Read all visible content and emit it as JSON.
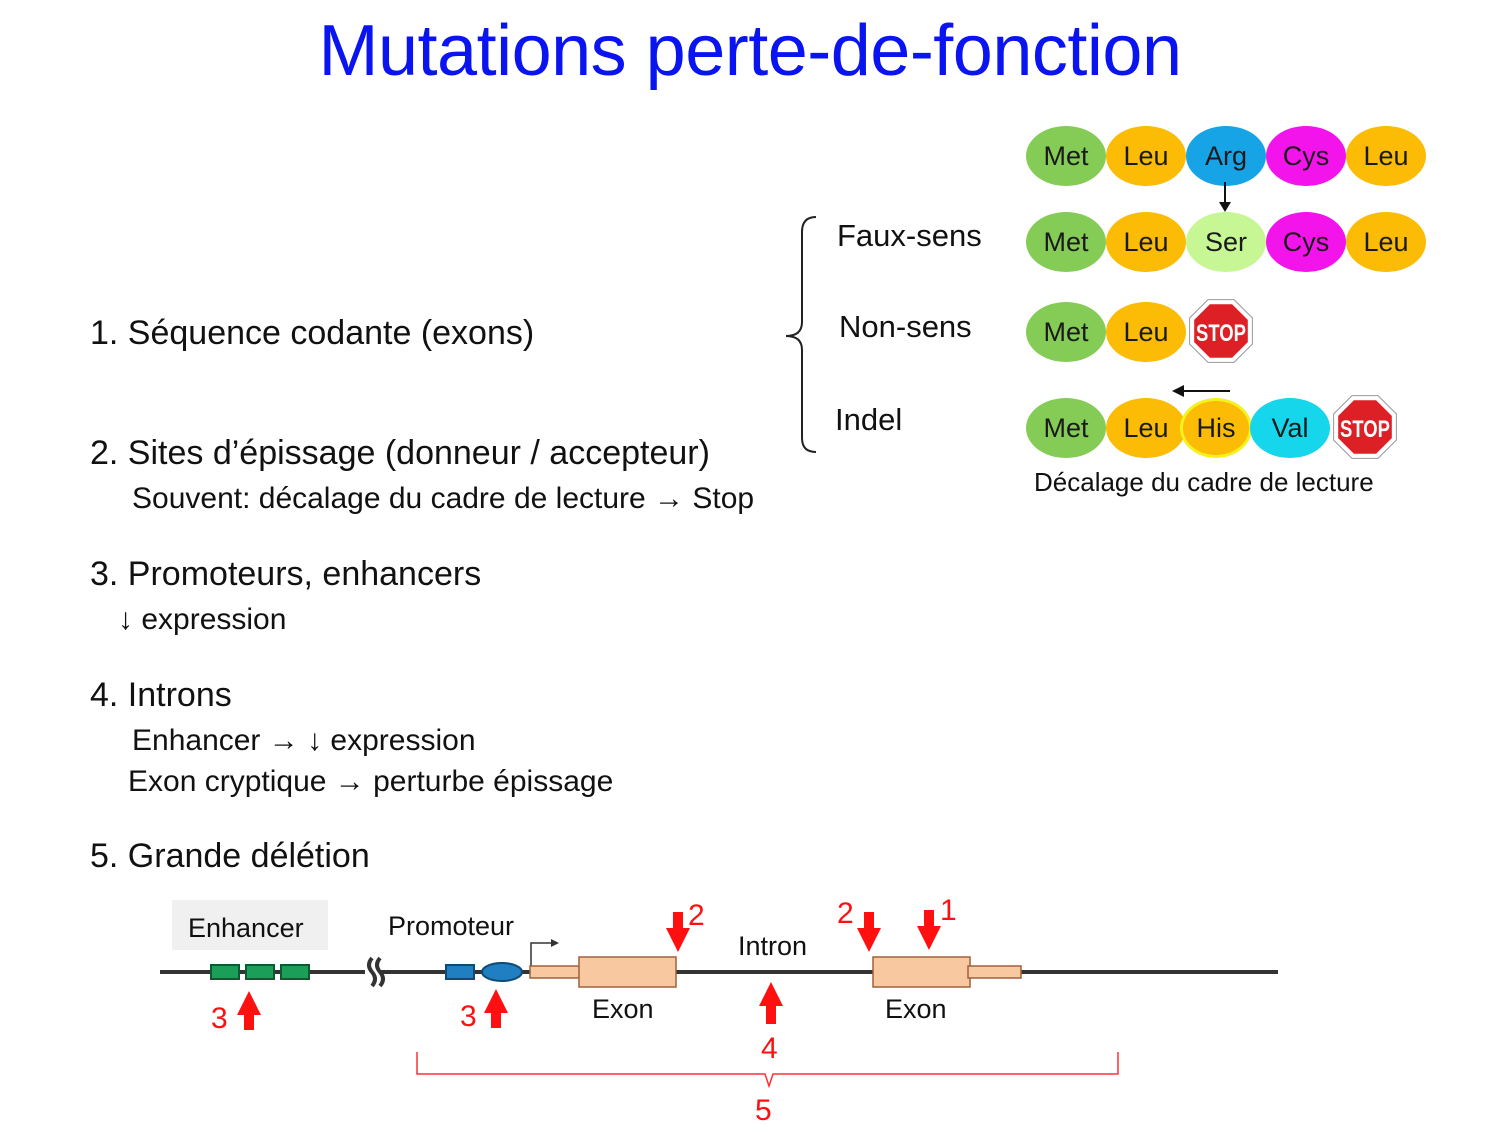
{
  "title": "Mutations perte-de-fonction",
  "items": [
    {
      "label": "1. Séquence codante (exons)"
    },
    {
      "label": "2. Sites d’épissage (donneur / accepteur)",
      "sub": [
        "Souvent: décalage du cadre de lecture → Stop"
      ]
    },
    {
      "label": "3. Promoteurs, enhancers",
      "sub": [
        "↓ expression"
      ]
    },
    {
      "label": "4. Introns",
      "sub": [
        "Enhancer → ↓ expression",
        "Exon cryptique → perturbe épissage"
      ]
    },
    {
      "label": "5. Grande délétion"
    }
  ],
  "mutation_types": [
    "Faux-sens",
    "Non-sens",
    "Indel"
  ],
  "protein_rows": {
    "reference": [
      "Met",
      "Leu",
      "Arg",
      "Cys",
      "Leu"
    ],
    "faux_sens": [
      "Met",
      "Leu",
      "Ser",
      "Cys",
      "Leu"
    ],
    "non_sens": [
      "Met",
      "Leu"
    ],
    "indel": [
      "Met",
      "Leu",
      "His",
      "Val"
    ]
  },
  "stop_sign_text": "STOP",
  "frameshift_caption": "Décalage du cadre de lecture",
  "amino_colors": {
    "Met": "#84cc56",
    "Leu": "#fcbb04",
    "Arg": "#16a4e6",
    "Cys": "#f314ec",
    "Ser": "#c7f795",
    "His": "#fcbb04",
    "Val": "#16d6ec"
  },
  "gene_diagram": {
    "enhancer_label": "Enhancer",
    "promoteur_label": "Promoteur",
    "intron_label": "Intron",
    "exon_label_1": "Exon",
    "exon_label_2": "Exon",
    "markers": {
      "splice_1": "2",
      "splice_2": "2",
      "coding": "1",
      "enhancer": "3",
      "promoter": "3",
      "intron": "4",
      "deletion": "5"
    }
  },
  "colors": {
    "title": "#0a14f0",
    "marker_red": "#ff1010",
    "exon_fill": "#f8c8a0",
    "enhancer_green": "#1a9e58",
    "promoter_blue": "#1f7fc0"
  }
}
